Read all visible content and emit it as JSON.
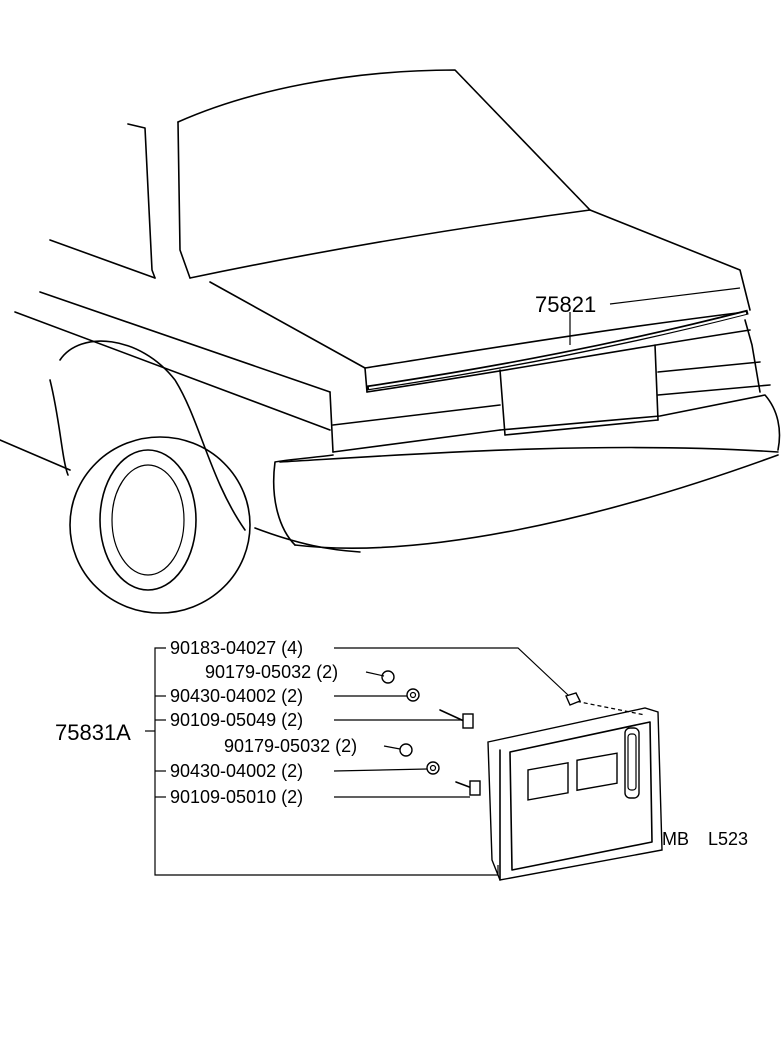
{
  "callouts": {
    "molding_part": "75821",
    "garnish_assembly": "75831A",
    "sub_parts": [
      "90183-04027 (4)",
      "90179-05032 (2)",
      "90430-04002 (2)",
      "90109-05049 (2)",
      "90179-05032 (2)",
      "90430-04002 (2)",
      "90109-05010 (2)"
    ]
  },
  "footer": {
    "model_code": "MB",
    "diagram_code": "L523"
  }
}
